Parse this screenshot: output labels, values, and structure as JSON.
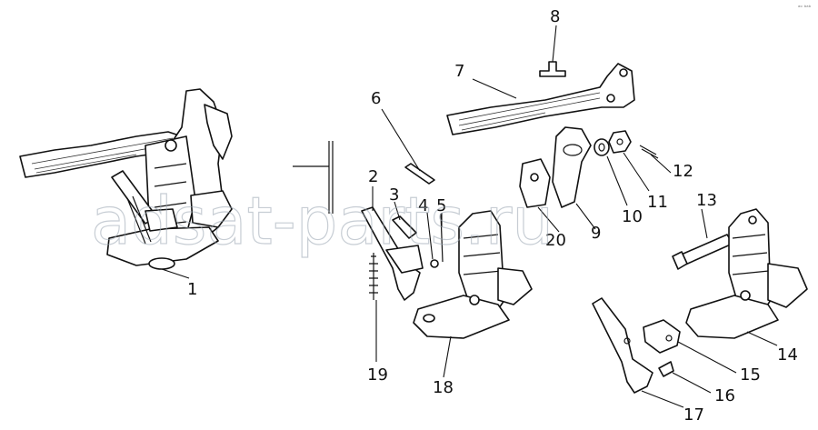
{
  "watermark": "adsat-parts.ru",
  "corner_mark": "ᵃᵒ ᵇᵃᵇ",
  "callouts": [
    {
      "id": "1",
      "text": "1"
    },
    {
      "id": "2",
      "text": "2"
    },
    {
      "id": "3",
      "text": "3"
    },
    {
      "id": "4",
      "text": "4"
    },
    {
      "id": "5",
      "text": "5"
    },
    {
      "id": "6",
      "text": "6"
    },
    {
      "id": "7",
      "text": "7"
    },
    {
      "id": "8",
      "text": "8"
    },
    {
      "id": "9",
      "text": "9"
    },
    {
      "id": "10",
      "text": "10"
    },
    {
      "id": "11",
      "text": "11"
    },
    {
      "id": "12",
      "text": "12"
    },
    {
      "id": "13",
      "text": "13"
    },
    {
      "id": "14",
      "text": "14"
    },
    {
      "id": "15",
      "text": "15"
    },
    {
      "id": "16",
      "text": "16"
    },
    {
      "id": "17",
      "text": "17"
    },
    {
      "id": "18",
      "text": "18"
    },
    {
      "id": "19",
      "text": "19"
    },
    {
      "id": "20",
      "text": "20"
    }
  ]
}
